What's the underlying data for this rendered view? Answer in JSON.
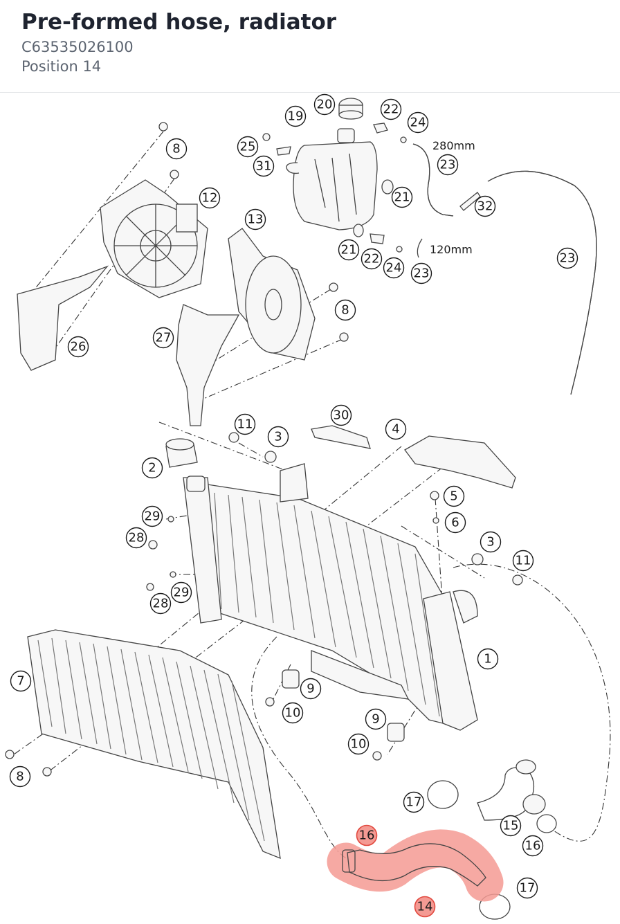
{
  "header": {
    "title": "Pre-formed hose, radiator",
    "part_number": "C63535026100",
    "position": "Position 14"
  },
  "colors": {
    "highlight_fill": "#f49a93",
    "highlight_stroke": "#e24a40",
    "title": "#1f2430",
    "subtitle": "#5c6470"
  },
  "dimensions": {
    "hose_long": "280mm",
    "hose_short": "120mm"
  },
  "callouts": [
    {
      "label": "20"
    },
    {
      "label": "22"
    },
    {
      "label": "19"
    },
    {
      "label": "24"
    },
    {
      "label": "8"
    },
    {
      "label": "25"
    },
    {
      "label": "23"
    },
    {
      "label": "31"
    },
    {
      "label": "21"
    },
    {
      "label": "12"
    },
    {
      "label": "32"
    },
    {
      "label": "13"
    },
    {
      "label": "21"
    },
    {
      "label": "22"
    },
    {
      "label": "24"
    },
    {
      "label": "23"
    },
    {
      "label": "23"
    },
    {
      "label": "8"
    },
    {
      "label": "26"
    },
    {
      "label": "27"
    },
    {
      "label": "30"
    },
    {
      "label": "11"
    },
    {
      "label": "4"
    },
    {
      "label": "3"
    },
    {
      "label": "2"
    },
    {
      "label": "5"
    },
    {
      "label": "29"
    },
    {
      "label": "6"
    },
    {
      "label": "28"
    },
    {
      "label": "3"
    },
    {
      "label": "11"
    },
    {
      "label": "29"
    },
    {
      "label": "28"
    },
    {
      "label": "1"
    },
    {
      "label": "7"
    },
    {
      "label": "9"
    },
    {
      "label": "10"
    },
    {
      "label": "9"
    },
    {
      "label": "10"
    },
    {
      "label": "8"
    },
    {
      "label": "17"
    },
    {
      "label": "15"
    },
    {
      "label": "16"
    },
    {
      "label": "16",
      "highlight": true
    },
    {
      "label": "17"
    },
    {
      "label": "14",
      "highlight": true
    }
  ]
}
